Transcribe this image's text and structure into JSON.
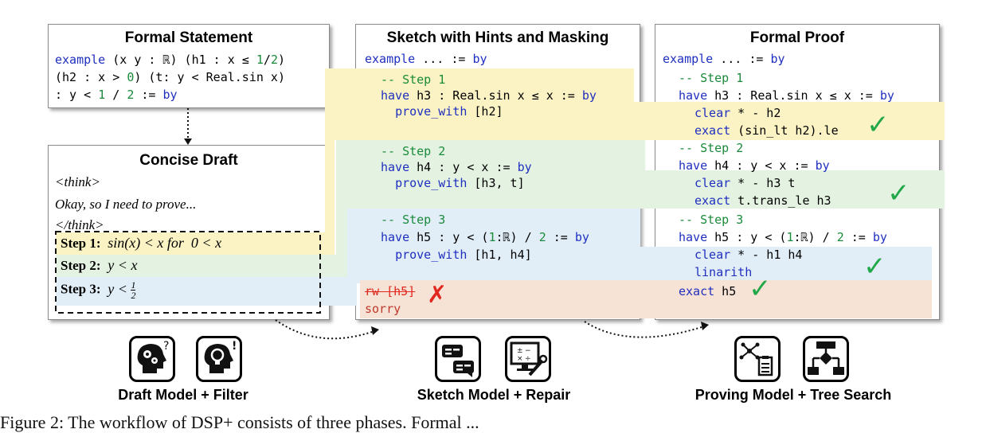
{
  "panels": {
    "formal_statement": {
      "title": "Formal Statement",
      "lines": [
        "example (x y : ℝ) (h1 : x ≤ 1/2)",
        "(h2 : x > 0) (t: y < Real.sin x)",
        ": y < 1 / 2 := by"
      ]
    },
    "concise_draft": {
      "title": "Concise Draft",
      "think_open": "<think>",
      "think_body": "Okay, so I need to prove...",
      "think_close": "</think>",
      "steps": [
        {
          "label": "Step 1:",
          "math": "sin(x) < x for 0 < x"
        },
        {
          "label": "Step 2:",
          "math": "y < x"
        },
        {
          "label": "Step 3:",
          "math": "y < 1/2"
        }
      ]
    },
    "sketch": {
      "title": "Sketch with Hints and Masking",
      "header": "example ... := by",
      "lines": [
        "-- Step 1",
        "have h3 : Real.sin x ≤ x := by",
        "  prove_with [h2]",
        "-- Step 2",
        "have h4 : y < x := by",
        "  prove_with [h3, t]",
        "-- Step 3",
        "have h5 : y < (1:ℝ) / 2 := by",
        "  prove_with [h1, h4]",
        "rw [h5]",
        "sorry"
      ]
    },
    "formal_proof": {
      "title": "Formal Proof",
      "header": "example ... := by",
      "lines": [
        "-- Step 1",
        "have h3 : Real.sin x ≤ x := by",
        "  clear * - h2",
        "  exact (sin_lt h2).le",
        "-- Step 2",
        "have h4 : y < x := by",
        "  clear * - h3 t",
        "  exact t.trans_le h3",
        "-- Step 3",
        "have h5 : y < (1:ℝ) / 2 := by",
        "  clear * - h1 h4",
        "  linarith",
        "exact h5"
      ]
    }
  },
  "stages": [
    {
      "label": "Draft Model + Filter",
      "icons": [
        "head-gears-question-icon",
        "head-lightbulb-exclamation-icon"
      ]
    },
    {
      "label": "Sketch Model + Repair",
      "icons": [
        "chat-bubbles-icon",
        "monitor-wrench-icon"
      ]
    },
    {
      "label": "Proving Model + Tree Search",
      "icons": [
        "network-clipboard-icon",
        "flowchart-icon"
      ]
    }
  ],
  "figure_caption": "Figure 2: The workflow of DSP+ consists of three phases. Formal ...",
  "colors": {
    "step1": "#fbf3c4",
    "step2": "#e4f3e1",
    "step3": "#e1eef8",
    "final": "#f7e2d6",
    "keyword": "#1f2fbf",
    "comment": "#1a8a3a",
    "check": "#22a84a",
    "cross": "#e0281e"
  }
}
